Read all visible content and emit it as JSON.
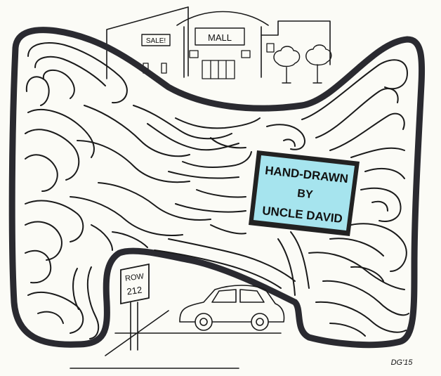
{
  "store_sign": "SALE!",
  "mall_sign": "MALL",
  "title_card": {
    "line1": "HAND-DRAWN",
    "line2": "BY",
    "line3": "UNCLE DAVID",
    "bg_color": "#a6e4ee"
  },
  "row_sign": {
    "line1": "ROW",
    "line2": "212"
  },
  "signature": "DG'15",
  "maze_outline_color": "#2a2a30"
}
